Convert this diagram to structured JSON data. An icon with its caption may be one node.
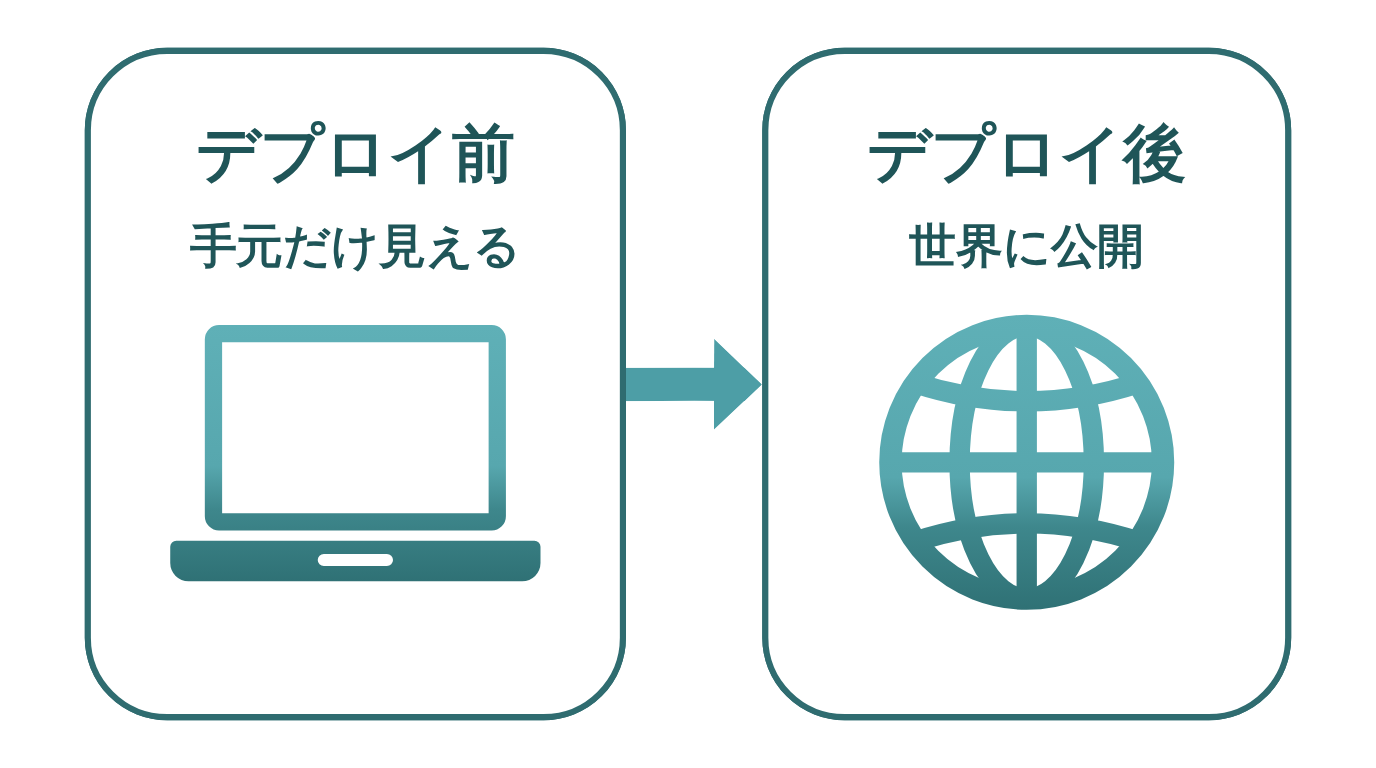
{
  "diagram": {
    "nodes": [
      {
        "text": [
          "デプロイ前",
          "手元だけ見える"
        ]
      },
      {
        "text": [
          "デプロイ後",
          "世界に公開"
        ]
      }
    ],
    "edges": [
      {
        "from": 0,
        "to": 1,
        "arrow": "to"
      }
    ]
  }
}
